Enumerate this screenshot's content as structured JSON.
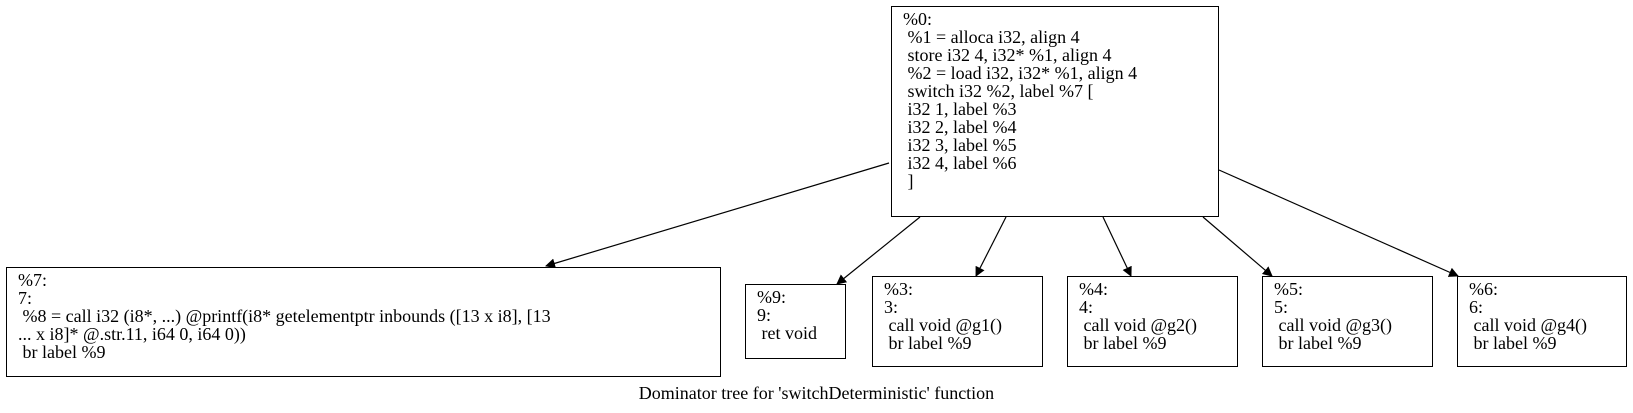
{
  "graph": {
    "caption": "Dominator tree for 'switchDeterministic' function",
    "nodes": [
      {
        "id": "%0",
        "lines": [
          "%0:",
          " %1 = alloca i32, align 4",
          " store i32 4, i32* %1, align 4",
          " %2 = load i32, i32* %1, align 4",
          " switch i32 %2, label %7 [",
          " i32 1, label %3",
          " i32 2, label %4",
          " i32 3, label %5",
          " i32 4, label %6",
          " ]"
        ]
      },
      {
        "id": "%7",
        "lines": [
          "%7:",
          "7:",
          " %8 = call i32 (i8*, ...) @printf(i8* getelementptr inbounds ([13 x i8], [13",
          "... x i8]* @.str.11, i64 0, i64 0))",
          " br label %9"
        ]
      },
      {
        "id": "%9",
        "lines": [
          "%9:",
          "9:",
          " ret void"
        ]
      },
      {
        "id": "%3",
        "lines": [
          "%3:",
          "3:",
          " call void @g1()",
          " br label %9"
        ]
      },
      {
        "id": "%4",
        "lines": [
          "%4:",
          "4:",
          " call void @g2()",
          " br label %9"
        ]
      },
      {
        "id": "%5",
        "lines": [
          "%5:",
          "5:",
          " call void @g3()",
          " br label %9"
        ]
      },
      {
        "id": "%6",
        "lines": [
          "%6:",
          "6:",
          " call void @g4()",
          " br label %9"
        ]
      }
    ],
    "edges": [
      {
        "from": "%0",
        "to": "%7"
      },
      {
        "from": "%0",
        "to": "%9"
      },
      {
        "from": "%0",
        "to": "%3"
      },
      {
        "from": "%0",
        "to": "%4"
      },
      {
        "from": "%0",
        "to": "%5"
      },
      {
        "from": "%0",
        "to": "%6"
      }
    ]
  }
}
